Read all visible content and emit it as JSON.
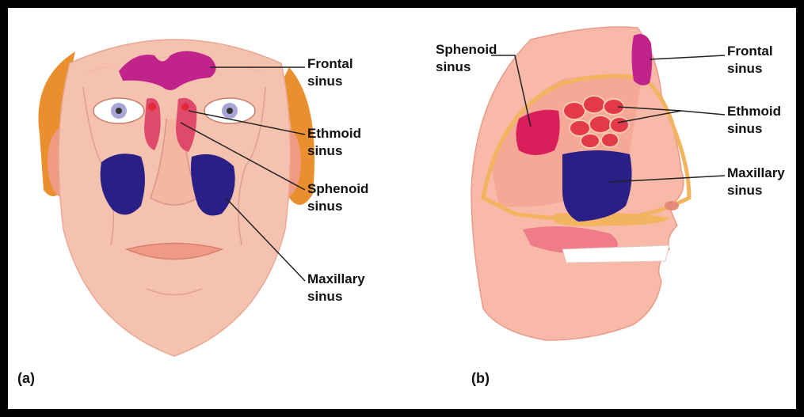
{
  "panels": {
    "a": {
      "tag": "(a)",
      "labels": {
        "frontal": [
          "Frontal",
          "sinus"
        ],
        "ethmoid": [
          "Ethmoid",
          "sinus"
        ],
        "sphenoid": [
          "Sphenoid",
          "sinus"
        ],
        "maxillary": [
          "Maxillary",
          "sinus"
        ]
      }
    },
    "b": {
      "tag": "(b)",
      "labels": {
        "sphenoid": [
          "Sphenoid",
          "sinus"
        ],
        "frontal": [
          "Frontal",
          "sinus"
        ],
        "ethmoid": [
          "Ethmoid",
          "sinus"
        ],
        "maxillary": [
          "Maxillary",
          "sinus"
        ]
      }
    }
  },
  "colors": {
    "frame": "#000000",
    "skin": "#f6c2b0",
    "skin_shade": "#ee9e88",
    "hair": "#e98f2e",
    "frontal_sinus": "#c0238a",
    "ethmoid_sinus": "#e23a4a",
    "sphenoid_sinus": "#d81e5b",
    "maxillary_sinus": "#2a1f86",
    "bone": "#f2b45e",
    "leader_line": "#222222"
  }
}
